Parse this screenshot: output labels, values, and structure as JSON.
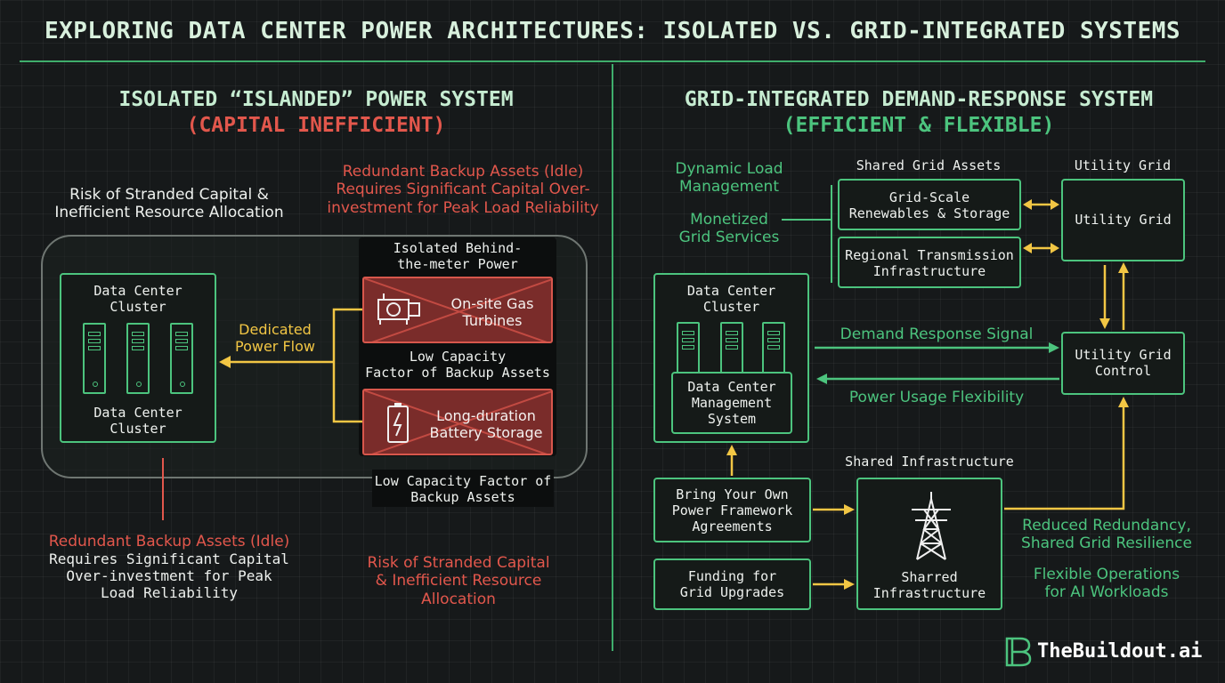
{
  "title": "EXPLORING DATA CENTER POWER ARCHITECTURES: ISOLATED VS. GRID-INTEGRATED SYSTEMS",
  "left": {
    "heading1": "ISOLATED “ISLANDED” POWER SYSTEM",
    "heading2": "(CAPITAL INEFFICIENT)",
    "risk_top": "Risk of Stranded Capital &\nInefficient Resource Allocation",
    "redundant_top": "Redundant Backup Assets (Idle)\nRequires Significant Capital Over-\ninvestment for Peak Load Reliability",
    "dc_box_top": "Data Center\nCluster",
    "dc_box_bottom": "Data Center\nCluster",
    "dedicated_flow": "Dedicated\nPower Flow",
    "isolated_btm": "Isolated Behind-\nthe-meter Power",
    "gas_turbines": "On-site Gas\nTurbines",
    "low_cap_1": "Low Capacity\nFactor of Backup Assets",
    "battery": "Long-duration\nBattery Storage",
    "low_cap_2": "Low Capacity Factor of\nBackup Assets",
    "redundant_bottom_red": "Redundant Backup Assets (Idle)",
    "redundant_bottom_white": "Requires Significant Capital\nOver-investment for Peak\nLoad Reliability",
    "risk_bottom": "Risk of Stranded Capital\n& Inefficient Resource\nAllocation"
  },
  "right": {
    "heading1": "GRID-INTEGRATED DEMAND-RESPONSE SYSTEM",
    "heading2": "(EFFICIENT & FLEXIBLE)",
    "dynamic_load": "Dynamic Load\nManagement",
    "monetized": "Monetized\nGrid Services",
    "shared_grid_assets": "Shared Grid Assets",
    "renewables": "Grid-Scale\nRenewables & Storage",
    "transmission": "Regional Transmission\nInfrastructure",
    "utility_grid_label": "Utility Grid",
    "utility_grid_box": "Utility Grid",
    "dc_cluster": "Data Center\nCluster",
    "dc_mgmt": "Data Center\nManagement\nSystem",
    "demand_signal": "Demand Response Signal",
    "power_flex": "Power Usage Flexibility",
    "grid_control": "Utility Grid\nControl",
    "shared_infra_label": "Shared Infrastructure",
    "byop": "Bring Your Own\nPower Framework\nAgreements",
    "funding": "Funding for\nGrid Upgrades",
    "sharred_infra": "Sharred\nInfrastructure",
    "reduced": "Reduced Redundancy,\nShared Grid Resilience",
    "flexible_ops": "Flexible Operations\nfor AI Workloads"
  },
  "brand": "TheBuildout.ai",
  "colors": {
    "green": "#4cc47e",
    "red": "#e2574c",
    "yellow": "#f2c644",
    "text": "#e8ece9",
    "background": "#16191a"
  },
  "icons": [
    "server-icon",
    "gas-turbine-icon",
    "battery-icon",
    "transmission-tower-icon",
    "brand-logo-icon"
  ]
}
